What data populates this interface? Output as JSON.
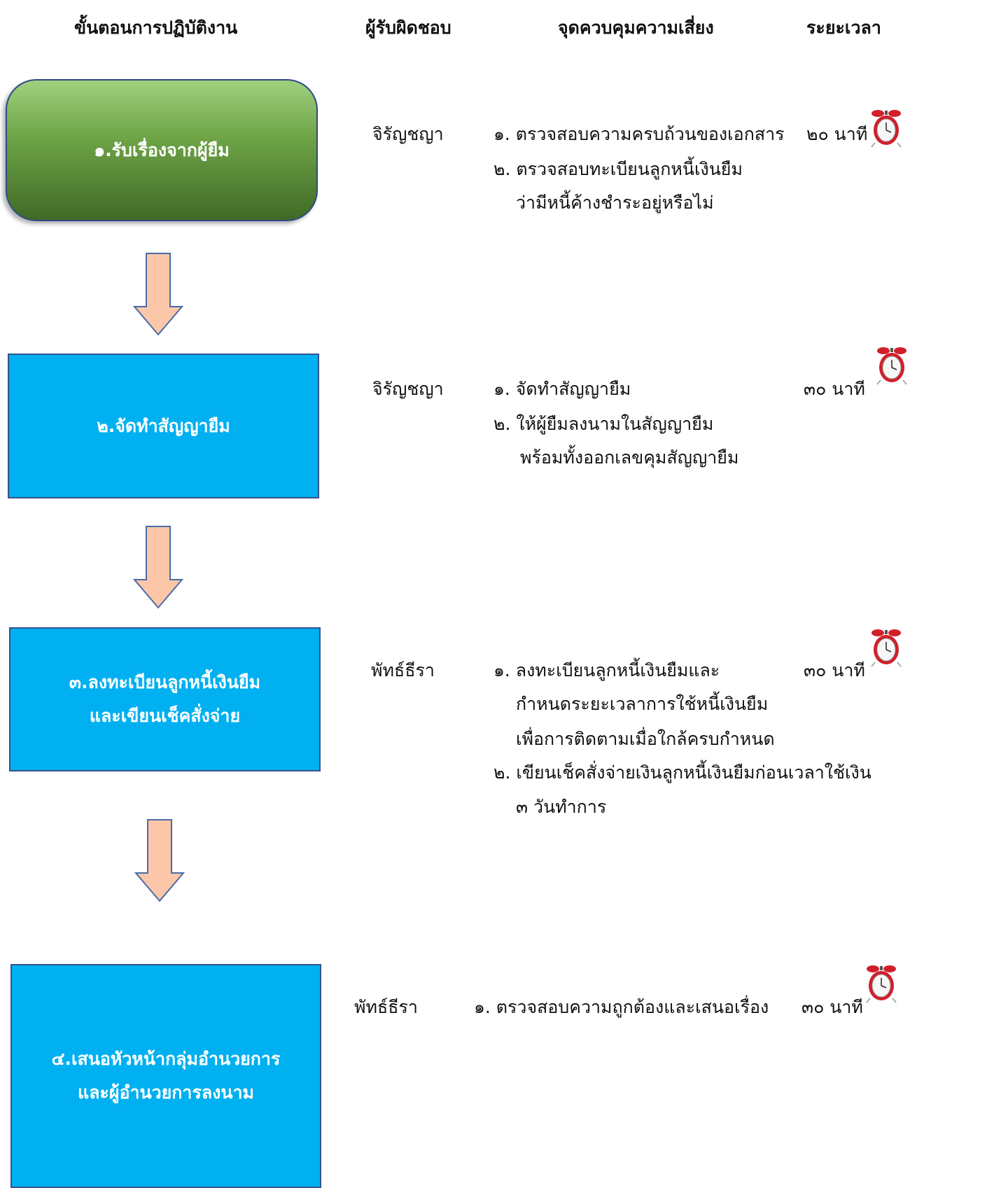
{
  "headers": {
    "steps": "ขั้นตอนการปฏิบัติงาน",
    "responsible": "ผู้รับผิดชอบ",
    "control": "จุดควบคุมความเสี่ยง",
    "duration": "ระยะเวลา"
  },
  "steps": [
    {
      "title": "๑.รับเรื่องจากผู้ยืม",
      "responsible": "จิรัญชญา",
      "controls": [
        "๑. ตรวจสอบความครบถ้วนของเอกสาร",
        "๒. ตรวจสอบทะเบียนลูกหนี้เงินยืม",
        "ว่ามีหนี้ค้างชำระอยู่หรือไม่"
      ],
      "duration": "๒๐ นาที"
    },
    {
      "title": "๒.จัดทำสัญญายืม",
      "responsible": "จิรัญชญา",
      "controls": [
        "๑. จัดทำสัญญายืม",
        "๒. ให้ผู้ยืมลงนามในสัญญายืม",
        "พร้อมทั้งออกเลขคุมสัญญายืม"
      ],
      "duration": "๓๐ นาที"
    },
    {
      "title": "๓.ลงทะเบียนลูกหนี้เงินยืม\nและเขียนเช็คสั่งจ่าย",
      "responsible": "พัทธ์ธีรา",
      "controls": [
        "๑. ลงทะเบียนลูกหนี้เงินยืมและ",
        "กำหนดระยะเวลาการใช้หนี้เงินยืม",
        "เพื่อการติดตามเมื่อใกล้ครบกำหนด",
        "๒. เขียนเช็คสั่งจ่ายเงินลูกหนี้เงินยืมก่อนเวลาใช้เงิน",
        "๓ วันทำการ"
      ],
      "duration": "๓๐ นาที"
    },
    {
      "title": "๔.เสนอหัวหน้ากลุ่มอำนวยการ\nและผู้อำนวยการลงนาม",
      "responsible": "พัทธ์ธีรา",
      "controls": [
        "๑. ตรวจสอบความถูกต้องและเสนอเรื่อง"
      ],
      "duration": "๓๐ นาที"
    }
  ],
  "icons": {
    "timer": "alarm-clock-icon",
    "flow": "down-arrow-icon"
  },
  "colors": {
    "step1": "#6fa547",
    "step": "#00b0f0",
    "arrow": "#fbc7a8",
    "arrow_border": "#4a6ba8",
    "clock": "#d11f2a"
  }
}
